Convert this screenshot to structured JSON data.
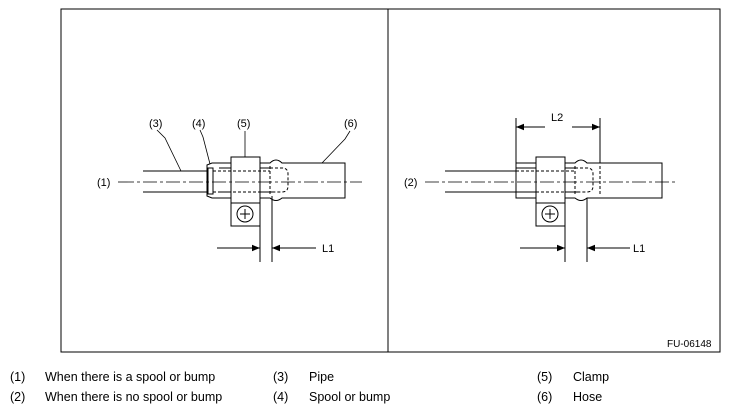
{
  "figure": {
    "code": "FU-06148",
    "labels": {
      "n1": "(1)",
      "n2": "(2)",
      "n3": "(3)",
      "n4": "(4)",
      "n5": "(5)",
      "n6": "(6)",
      "l1": "L1",
      "l2": "L2"
    }
  },
  "legend": [
    {
      "num": "(1)",
      "text": "When there is a spool or bump"
    },
    {
      "num": "(2)",
      "text": "When there is no spool or bump"
    },
    {
      "num": "(3)",
      "text": "Pipe"
    },
    {
      "num": "(4)",
      "text": "Spool or bump"
    },
    {
      "num": "(5)",
      "text": "Clamp"
    },
    {
      "num": "(6)",
      "text": "Hose"
    }
  ]
}
